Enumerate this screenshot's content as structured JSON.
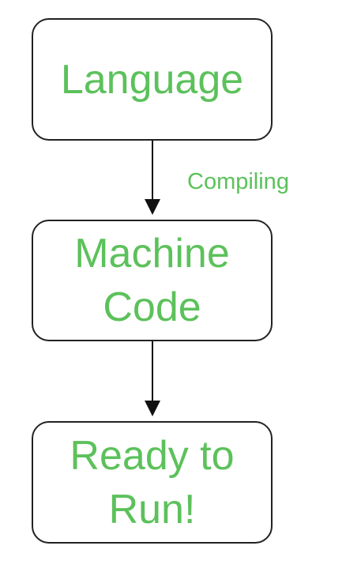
{
  "diagram": {
    "nodes": {
      "language": {
        "label": "Language"
      },
      "machine_code": {
        "label": "Machine\nCode"
      },
      "ready_to_run": {
        "label": "Ready to\nRun!"
      }
    },
    "edges": {
      "compiling": {
        "label": "Compiling"
      }
    }
  },
  "colors": {
    "text": "#5cc15b",
    "stroke": "#222222",
    "background": "#ffffff"
  }
}
